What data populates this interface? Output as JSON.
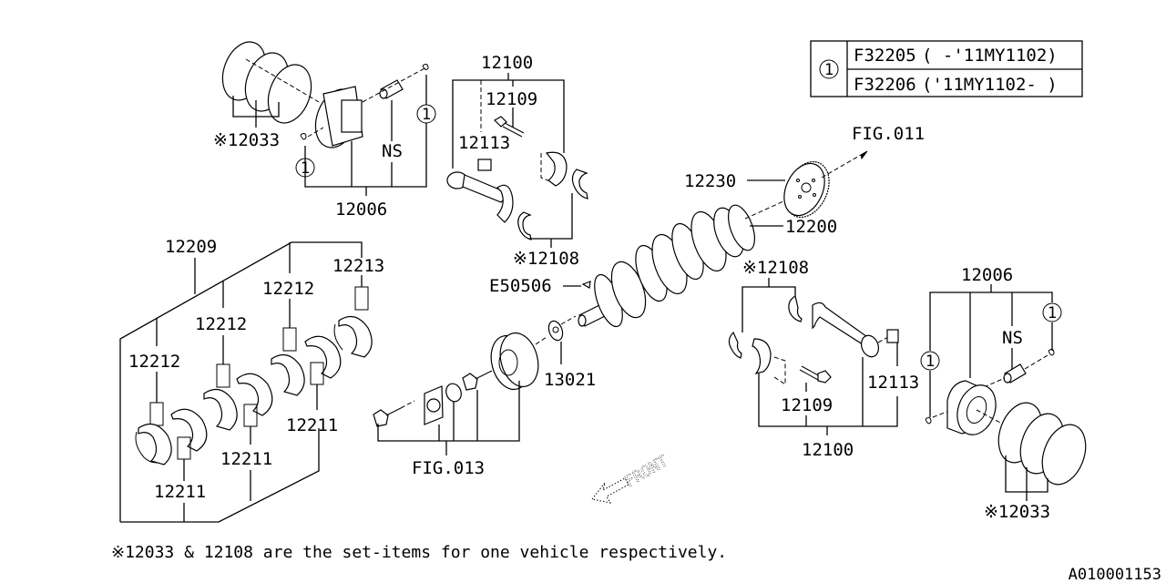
{
  "legend": {
    "symbol": "1",
    "rows": [
      {
        "code": "F32205",
        "range": "( -'11MY1102)"
      },
      {
        "code": "F32206",
        "range": "('11MY1102- )"
      }
    ]
  },
  "labels": {
    "piston_left": "12006",
    "rings_left": "※12033",
    "ns_left": "NS",
    "rod_top": "12100",
    "bolt_top": "12109",
    "bush_top": "12113",
    "rod_bearing_top": "※12108",
    "bearing_set": "12209",
    "main_thrust": "12213",
    "main_upper_1": "12212",
    "main_upper_2": "12212",
    "main_upper_3": "12212",
    "main_lower_1": "12211",
    "main_lower_2": "12211",
    "main_lower_3": "12211",
    "key": "E50506",
    "washer": "13021",
    "pulley_fig": "FIG.013",
    "gear": "12230",
    "crankshaft": "12200",
    "fig_011": "FIG.011",
    "rod_bearing_right": "※12108",
    "bolt_right": "12109",
    "bush_right": "12113",
    "rod_right": "12100",
    "piston_right": "12006",
    "ns_right": "NS",
    "rings_right": "※12033",
    "circle_ref": "1",
    "front": "FRONT"
  },
  "footnote": "※12033 & 12108 are the set-items for one vehicle respectively.",
  "diagram_id": "A010001153"
}
